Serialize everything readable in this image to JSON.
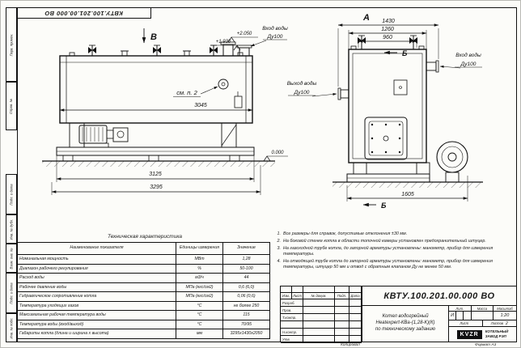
{
  "stamp_top": "КВТУ.100.201.00.000 ВО",
  "frame_labels": [
    "Перв. примен.",
    "Справ. №",
    "Подп. и дата",
    "Инв. № дубл.",
    "Взам. инв. №",
    "Подп. и дата",
    "Инв. № подл."
  ],
  "footer": {
    "kopiroval": "Копировал",
    "format": "Формат А3"
  },
  "side_view": {
    "view_label": "В",
    "see_note": "см. п. 2",
    "inlet_title": "Вход воды",
    "inlet_dn": "Ду100",
    "lvl_top": "+2.050",
    "lvl_mid": "+1.930",
    "lvl_zero": "0.000",
    "dim_body": "3045",
    "dim_frame": "3125",
    "dim_total": "3295"
  },
  "front_view": {
    "view_label": "А",
    "section_label": "Б",
    "dim_w1": "1430",
    "dim_w2": "1260",
    "dim_w3": "960",
    "dim_base": "1605",
    "outlet_title": "Выход воды",
    "outlet_dn": "Ду100",
    "inlet_title": "Вход воды",
    "inlet_dn": "Ду100"
  },
  "notes": {
    "items": [
      {
        "n": "1.",
        "text": "Все размеры для справок, допустимые отклонения ±30 мм."
      },
      {
        "n": "2.",
        "text": "На боковой стенке котла в области топочной камеры установлен предохранительный штуцер."
      },
      {
        "n": "3.",
        "text": "На газоходной трубе котла, до запорной арматуры установлены: манометр, прибор для измерения температуры."
      },
      {
        "n": "4.",
        "text": "На отводящей трубе котла до запорной арматуры установлены: манометр, прибор для измерения температуры, штуцер 50 мм и отвод с обратным клапаном Ду не менее 50 мм."
      }
    ]
  },
  "spec_table": {
    "title": "Техническая характеристика",
    "headers": [
      "Наименование показателя",
      "Единицы измерения",
      "Значение"
    ],
    "rows": [
      [
        "Номинальная мощность",
        "МВт",
        "1,28"
      ],
      [
        "Диапазон рабочего регулирования",
        "%",
        "50-100"
      ],
      [
        "Расход воды",
        "м3/ч",
        "44"
      ],
      [
        "Рабочее давление воды",
        "МПа (кгс/см2)",
        "0,6 (6,0)"
      ],
      [
        "Гидравлическое сопротивление котла",
        "МПа (кгс/см2)",
        "0,06 (0,6)"
      ],
      [
        "Температура уходящих газов",
        "°С",
        "не более 250"
      ],
      [
        "Максимальная рабочая температура воды",
        "°С",
        "115"
      ],
      [
        "Температура воды (вход/выход)",
        "°С",
        "70/95"
      ],
      [
        "Габариты котла (длина и ширина х высота)",
        "мм",
        "3295х1430х2050"
      ]
    ]
  },
  "title_block": {
    "doc_number": "КВТУ.100.201.00.000 ВО",
    "rev_headers": [
      "Изм.",
      "Лист",
      "№ докум.",
      "Подп.",
      "Дата"
    ],
    "role_rows": [
      "Разраб.",
      "Пров.",
      "Т.контр.",
      "",
      "Н.контр.",
      "Утв."
    ],
    "product_line1": "Котел водогрейный",
    "product_line2": "Heatexpert-КВа-(1,28-К)(К)",
    "product_line3": "по техническому заданию",
    "lit_label": "Лит.",
    "lit_value": "И",
    "mass_label": "Масса",
    "mass_value": "",
    "scale_label": "Масштаб",
    "scale_value": "1:20",
    "sheet_label": "Лист",
    "sheet_value": "",
    "sheets_label": "Листов",
    "sheets_value": "2",
    "logo_text": "KVZR",
    "company_line1": "КОТЕЛЬНЫЙ",
    "company_line2": "ЗАВОД РЭП"
  }
}
